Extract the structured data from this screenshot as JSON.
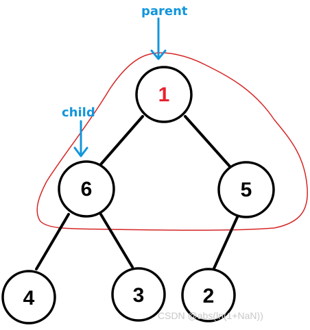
{
  "tree": {
    "nodes": [
      {
        "id": "root",
        "label": "1",
        "color": "#e8222e"
      },
      {
        "id": "left-child",
        "label": "6",
        "color": "#000000"
      },
      {
        "id": "right-child",
        "label": "5",
        "color": "#000000"
      },
      {
        "id": "left-left",
        "label": "4",
        "color": "#000000"
      },
      {
        "id": "left-right",
        "label": "3",
        "color": "#000000"
      },
      {
        "id": "right-left",
        "label": "2",
        "color": "#000000"
      }
    ],
    "edges": [
      [
        "root",
        "left-child"
      ],
      [
        "root",
        "right-child"
      ],
      [
        "left-child",
        "left-left"
      ],
      [
        "left-child",
        "left-right"
      ],
      [
        "right-child",
        "right-left"
      ]
    ]
  },
  "annotations": {
    "parent_label": "parent",
    "child_label": "child",
    "arrow_color": "#1296db",
    "outline_color": "#d62424"
  },
  "watermark": "CSDN @abs(ln(1+NaN))"
}
